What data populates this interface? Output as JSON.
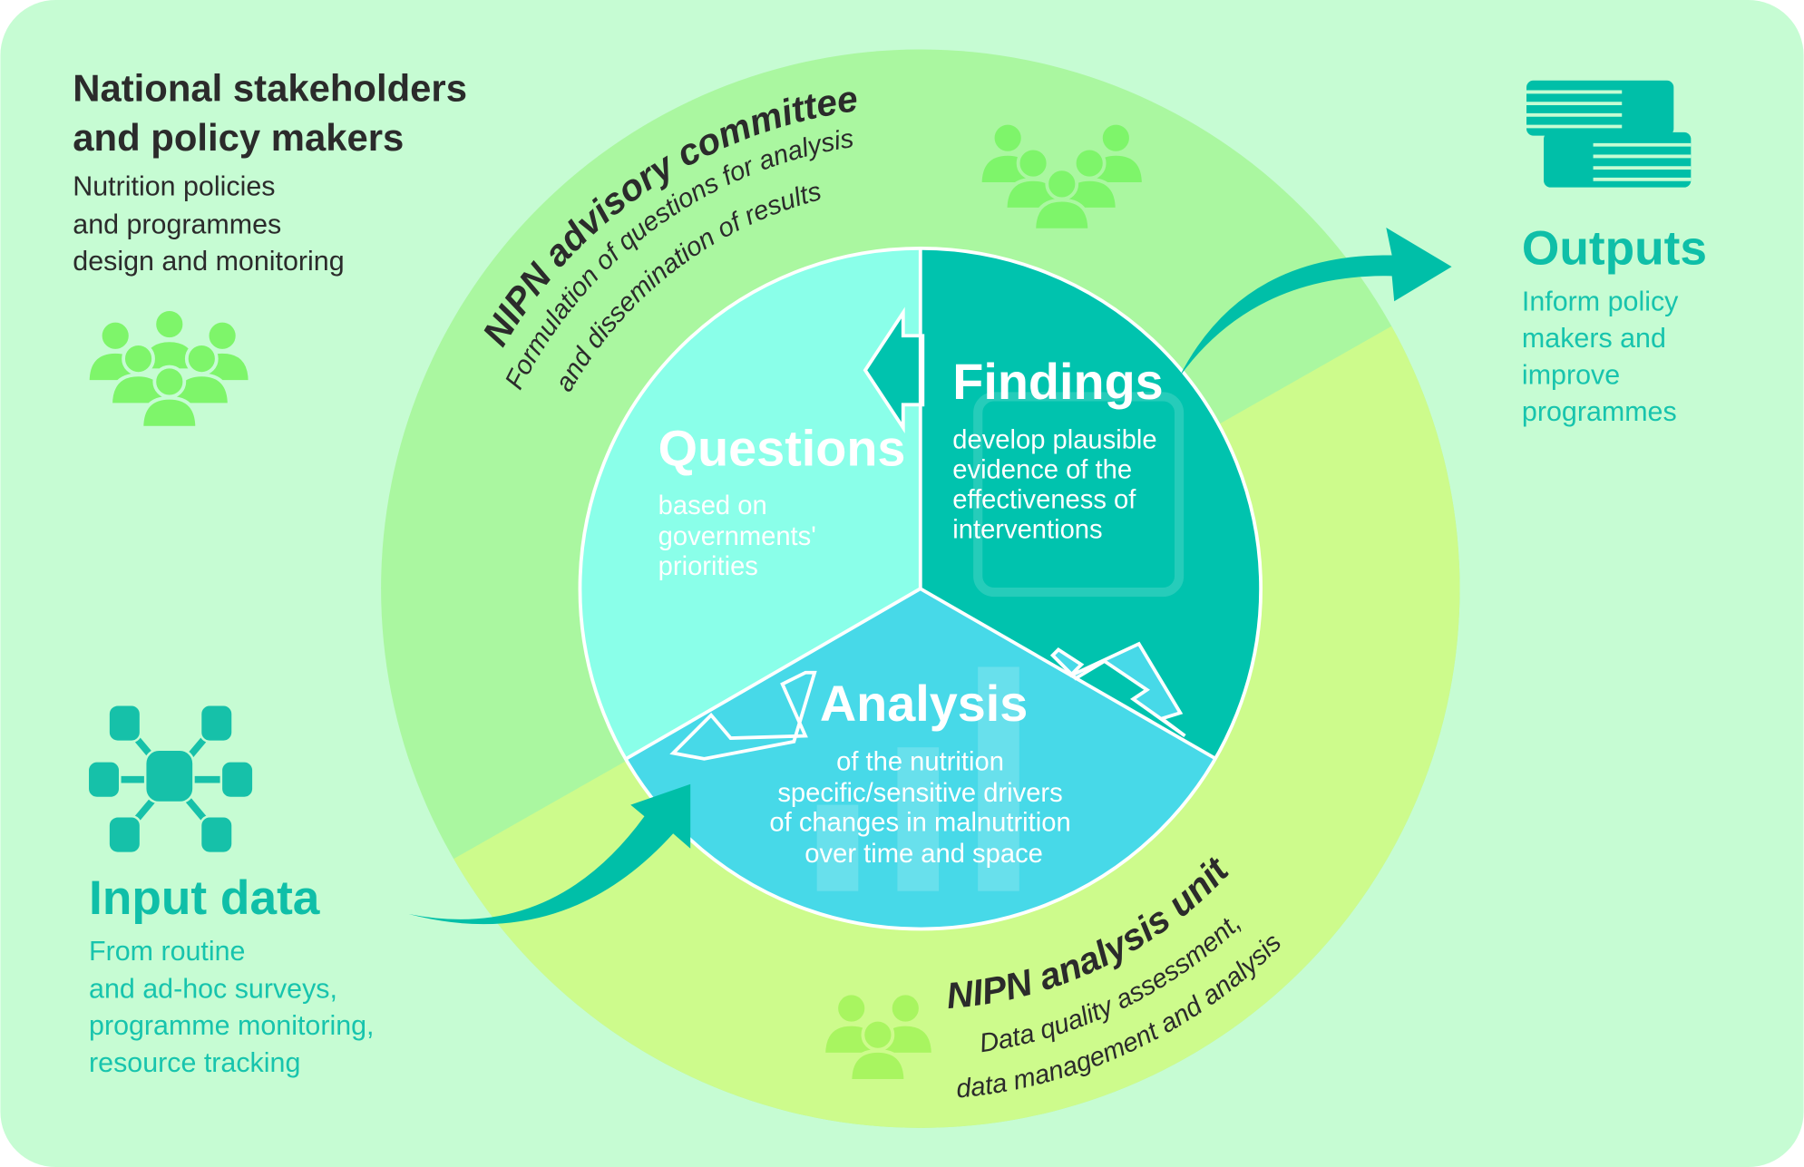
{
  "stakeholders": {
    "title_lines": [
      "National stakeholders",
      "and policy makers"
    ],
    "body_lines": [
      "Nutrition policies",
      "and programmes",
      "design and monitoring"
    ],
    "icon": "people-group-icon"
  },
  "outputs": {
    "title": "Outputs",
    "body_lines": [
      "Inform policy",
      "makers and",
      "improve",
      "programmes"
    ],
    "icon": "books-icon"
  },
  "input_data": {
    "title": "Input data",
    "body_lines": [
      "From routine",
      "and ad-hoc surveys,",
      "programme monitoring,",
      "resource tracking"
    ],
    "icon": "database-network-icon"
  },
  "advisory_committee": {
    "title": "NIPN advisory committee",
    "body_lines": [
      "Formulation of questions for analysis",
      "and dissemination of results"
    ],
    "icon": "people-group-icon"
  },
  "analysis_unit": {
    "title": "NIPN analysis unit",
    "body_lines": [
      "Data quality assessment,",
      "data management and analysis"
    ],
    "icon": "people-group-icon"
  },
  "cycle": {
    "questions": {
      "title": "Questions",
      "body_lines": [
        "based on",
        "governments'",
        "priorities"
      ],
      "color": "#8affe9"
    },
    "findings": {
      "title": "Findings",
      "body_lines": [
        "develop plausible",
        "evidence of the",
        "effectiveness of",
        "interventions"
      ],
      "color": "#00c3ae"
    },
    "analysis": {
      "title": "Analysis",
      "body_lines": [
        "of the nutrition",
        "specific/sensitive drivers",
        "of changes in malnutrition",
        "over time and space"
      ],
      "color": "#47d9e8"
    }
  },
  "colors": {
    "background": "#c6fcd3",
    "outer_ring_upper": "#aaf7a0",
    "outer_ring_lower": "#cdfb8c",
    "teal_accent": "#00bfa8",
    "icon_green": "#7ef56a"
  }
}
